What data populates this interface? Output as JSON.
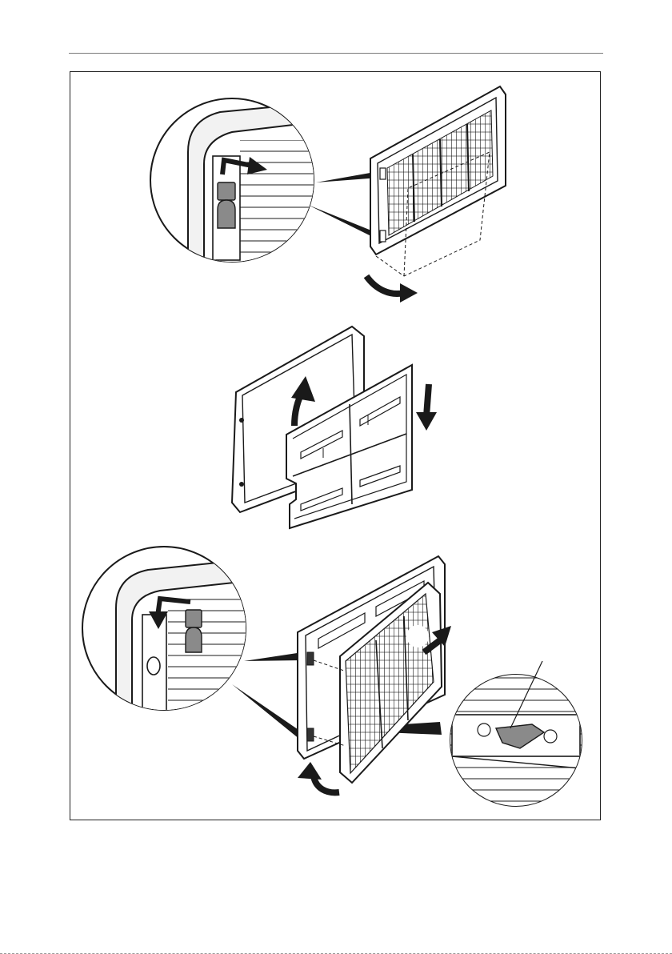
{
  "document": {
    "type": "installation-instruction-illustration",
    "steps": [
      {
        "name": "remove-grille",
        "action": "unlatch-and-swing-open"
      },
      {
        "name": "swap-winter-cover",
        "action": "slide-cover-up-then-down"
      },
      {
        "name": "refit-grille",
        "action": "hook-in-and-swing-closed"
      }
    ],
    "colors": {
      "line": "#1a1a1a",
      "fill_light": "#f2f2f2",
      "fill_mid": "#8a8a8a",
      "fill_dark": "#333333",
      "paper": "#ffffff"
    },
    "icons": [
      "arrow-icon",
      "latch-icon",
      "magnifier-callout"
    ]
  }
}
